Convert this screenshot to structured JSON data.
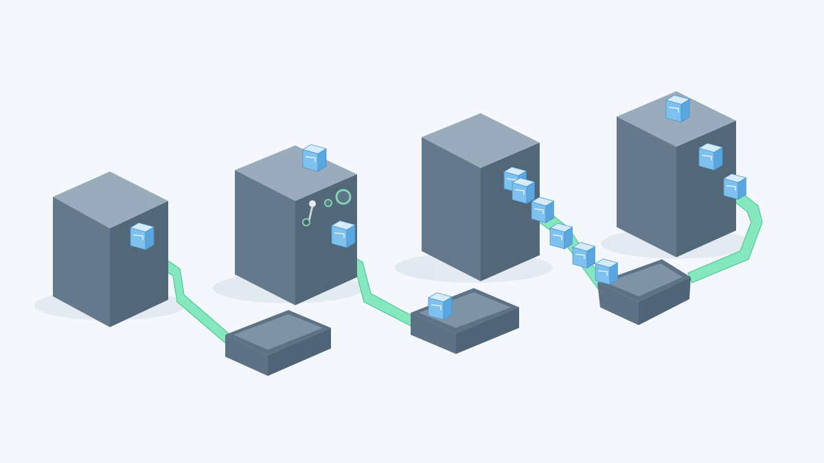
{
  "colors": {
    "background": "#f4f7fb",
    "tower_top": "#9aabbb",
    "tower_left": "#647a8c",
    "tower_right": "#526778",
    "chute": "#86e8bf",
    "chute_edge": "#5fcf9f",
    "bin_outer": "#5d7285",
    "bin_inner": "#7f93a5",
    "doc_front": "#7fc1ee",
    "doc_side": "#5aa6de",
    "doc_top": "#d6ecfb",
    "knob": "#7fd4b3"
  },
  "stages": [
    {
      "id": 1,
      "documents_on_chute": 1,
      "documents_on_top": 0,
      "documents_in_bin": 0,
      "has_controls": false
    },
    {
      "id": 2,
      "documents_on_chute": 1,
      "documents_on_top": 1,
      "documents_in_bin": 1,
      "has_controls": true
    },
    {
      "id": 3,
      "documents_on_chute": 6,
      "documents_on_top": 0,
      "documents_in_bin": 0,
      "has_controls": false
    },
    {
      "id": 4,
      "documents_on_chute": 2,
      "documents_on_top": 1,
      "documents_in_bin": 0,
      "has_controls": false
    }
  ]
}
